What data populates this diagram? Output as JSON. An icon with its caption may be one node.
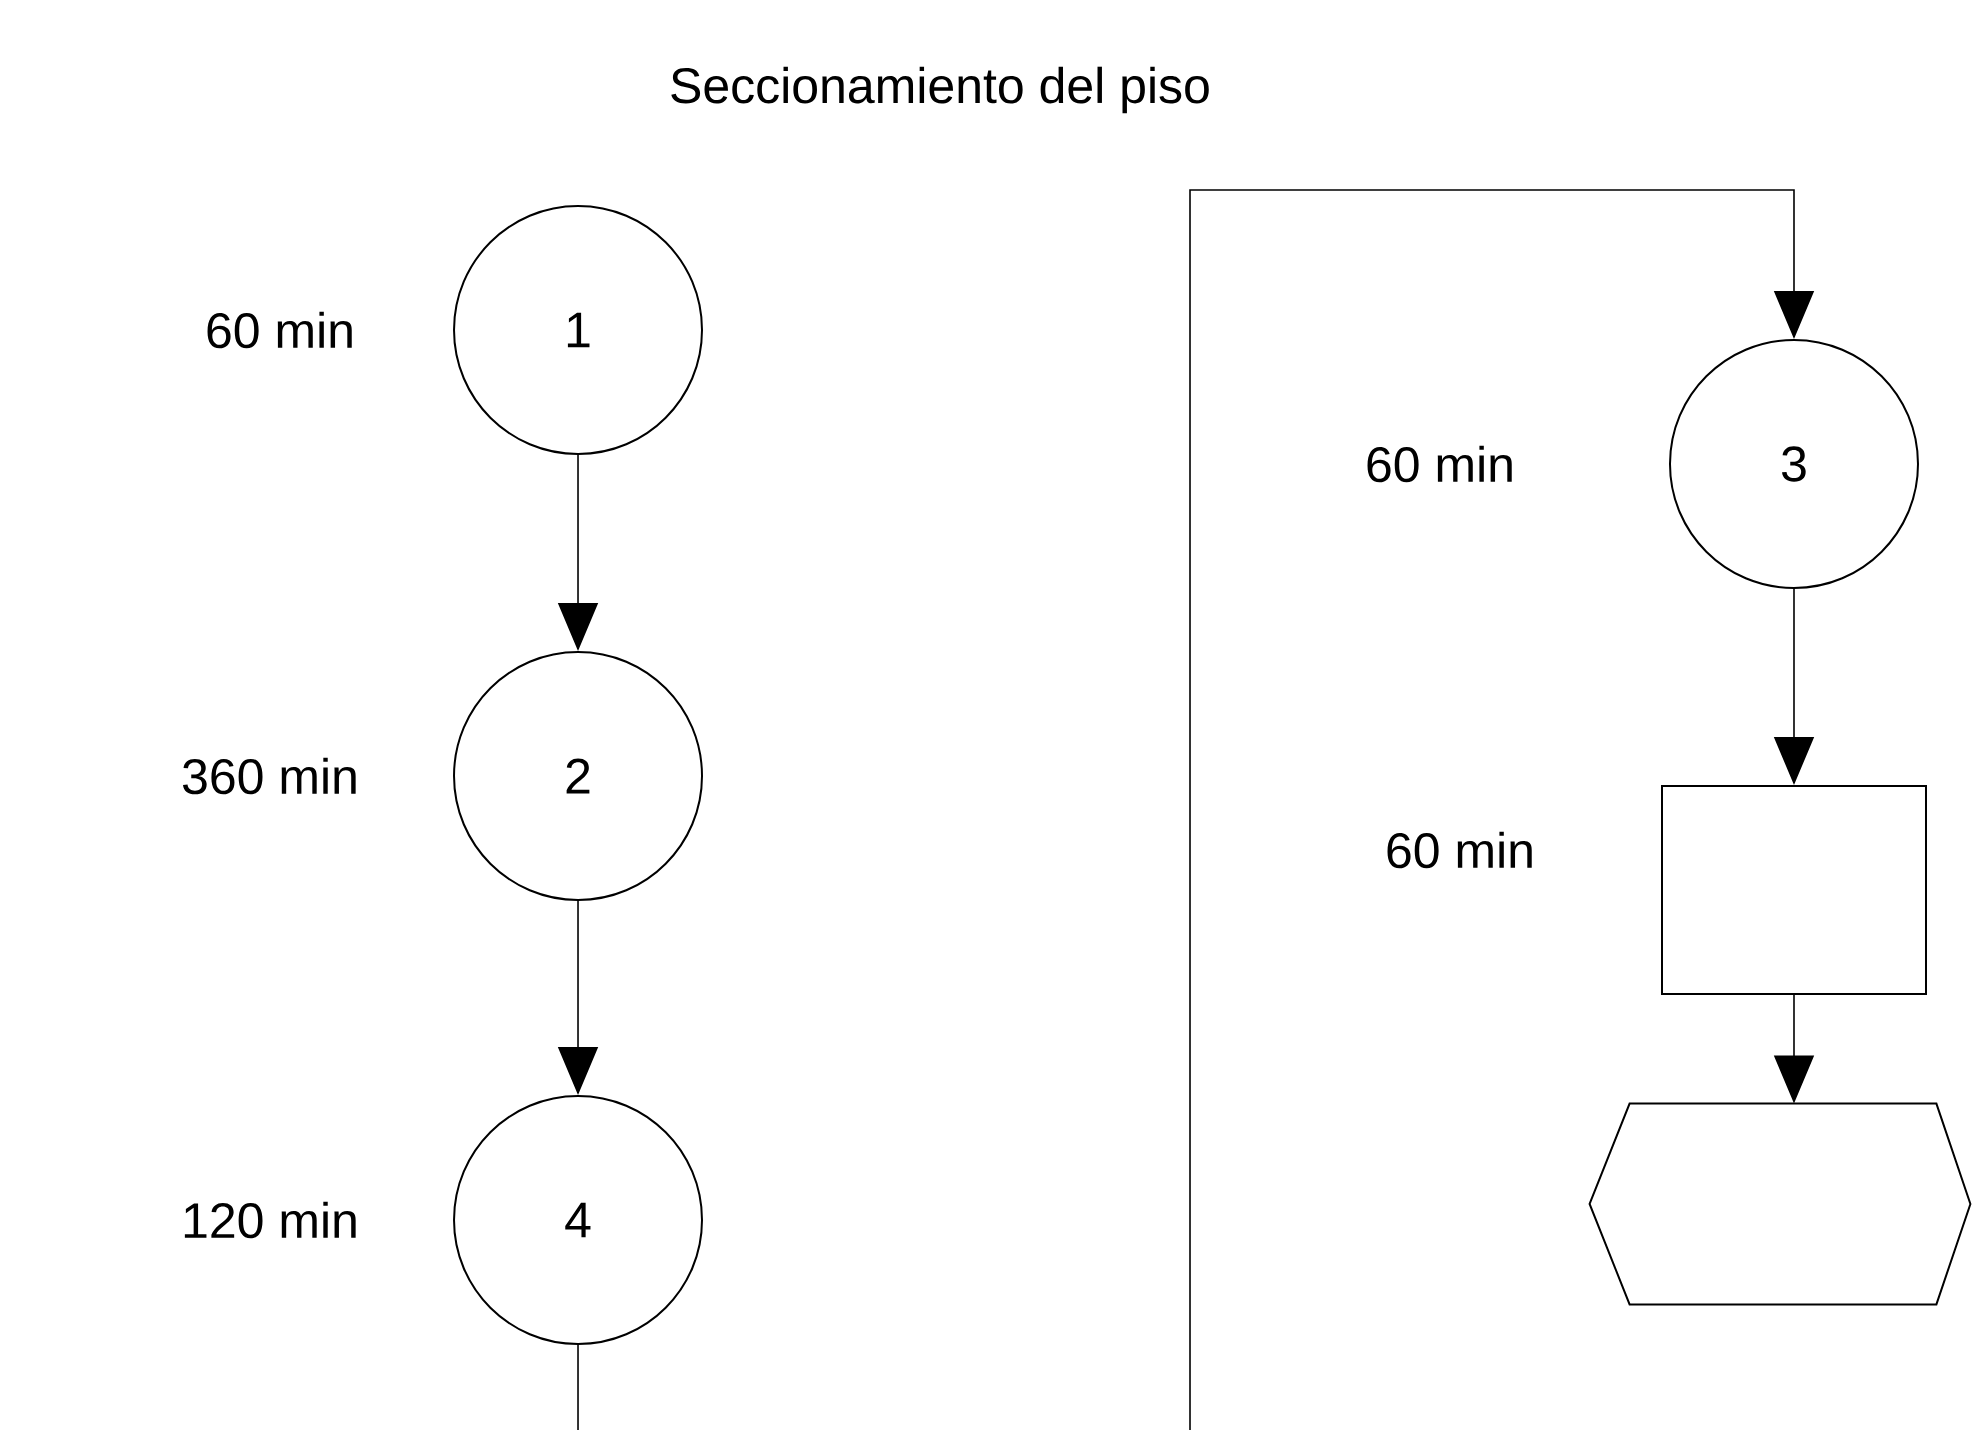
{
  "diagram": {
    "title": "Seccionamiento del piso",
    "nodes": [
      {
        "text": [
          "1"
        ],
        "beside": [
          "60 min"
        ]
      },
      {
        "text": [
          "2"
        ],
        "beside": [
          "360 min"
        ]
      },
      {
        "text": [
          "4"
        ],
        "beside": [
          "120 min"
        ]
      },
      {
        "text": [
          "3"
        ],
        "beside": [
          "60 min"
        ]
      },
      {
        "text": [],
        "shape": "box",
        "beside": [
          "60 min"
        ]
      },
      {
        "text": [],
        "shape": "hexagon"
      }
    ],
    "edges": [
      {
        "from": 0,
        "to": 1,
        "arrow": "to"
      },
      {
        "from": 1,
        "to": 2,
        "arrow": "to"
      },
      {
        "from": 2,
        "to": null,
        "arrow": "none"
      },
      {
        "from": null,
        "to": 3,
        "arrow": "to"
      },
      {
        "from": 3,
        "to": 4,
        "arrow": "to"
      },
      {
        "from": 4,
        "to": 5,
        "arrow": "to"
      }
    ]
  }
}
